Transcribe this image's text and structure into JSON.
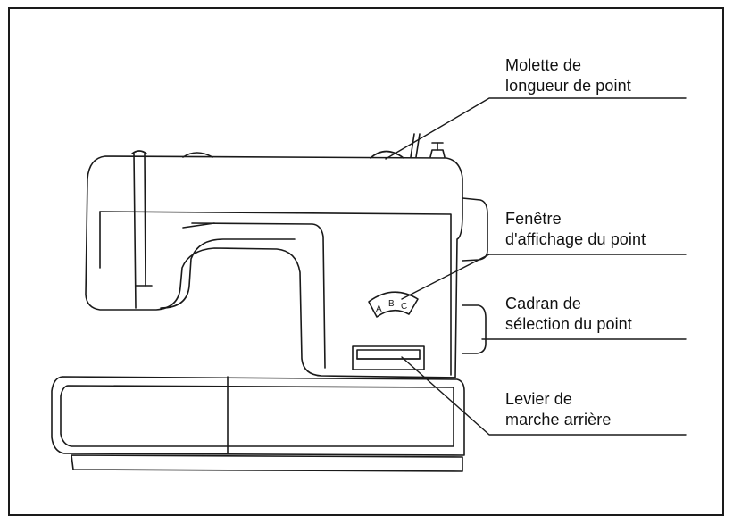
{
  "labels": {
    "stitch_length_dial": {
      "line1": "Molette de",
      "line2": "longueur de point"
    },
    "stitch_display_window": {
      "line1": "Fenêtre",
      "line2": "d'affichage du point"
    },
    "stitch_selector_dial": {
      "line1": "Cadran de",
      "line2": "sélection du point"
    },
    "reverse_lever": {
      "line1": "Levier de",
      "line2": "marche arrière"
    }
  },
  "display_window": {
    "letters": [
      "A",
      "B",
      "C"
    ]
  },
  "colors": {
    "line": "#1a1a1a",
    "background": "#ffffff"
  }
}
